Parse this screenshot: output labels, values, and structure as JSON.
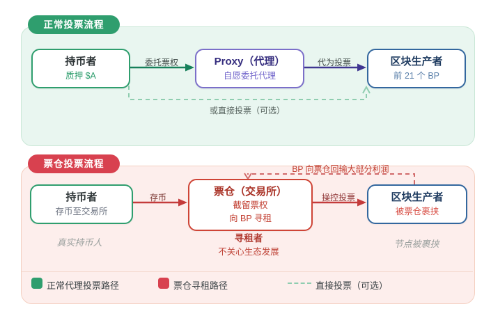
{
  "sections": {
    "normal": {
      "badge": "正常投票流程",
      "nodes": {
        "holder": {
          "title": "持币者",
          "subtitle": "质押 $A"
        },
        "proxy": {
          "title": "Proxy（代理）",
          "subtitle": "自愿委托代理"
        },
        "bp": {
          "title": "区块生产者",
          "subtitle": "前 21 个 BP"
        }
      },
      "arrows": {
        "delegate": "委托票权",
        "vote_for": "代为投票",
        "direct": "或直接投票（可选）"
      }
    },
    "warehouse": {
      "badge": "票仓投票流程",
      "nodes": {
        "holder": {
          "title": "持币者",
          "subtitle": "存币至交易所",
          "note": "真实持币人"
        },
        "warehouse": {
          "title": "票仓（交易所）",
          "subtitle1": "截留票权",
          "subtitle2": "向 BP 寻租",
          "note_title": "寻租者",
          "note_sub": "不关心生态发展"
        },
        "bp": {
          "title": "区块生产者",
          "subtitle": "被票仓裹挟",
          "note": "节点被裹挟"
        }
      },
      "arrows": {
        "deposit": "存币",
        "manipulate": "操控投票",
        "kickback": "BP 向票仓回输大部分利润"
      }
    }
  },
  "legend": {
    "items": [
      {
        "label": "正常代理投票路径",
        "color": "#2f9e6e"
      },
      {
        "label": "票仓寻租路径",
        "color": "#d8414f"
      },
      {
        "label": "直接投票（可选）",
        "color": "#8fcdb0"
      }
    ]
  },
  "colors": {
    "normal_accent": "#2f9e6e",
    "warehouse_accent": "#d8414f",
    "proxy_accent": "#7b6fc9",
    "bp_accent": "#33679e",
    "normal_panel_bg": "#e9f6f0",
    "warehouse_panel_bg": "#fdeeec",
    "dashed_direct": "#8fcdb0",
    "dashed_kickback": "#d16a6a",
    "arrow_green": "#17805b",
    "arrow_indigo": "#3f3691",
    "arrow_red": "#c43b3b"
  }
}
